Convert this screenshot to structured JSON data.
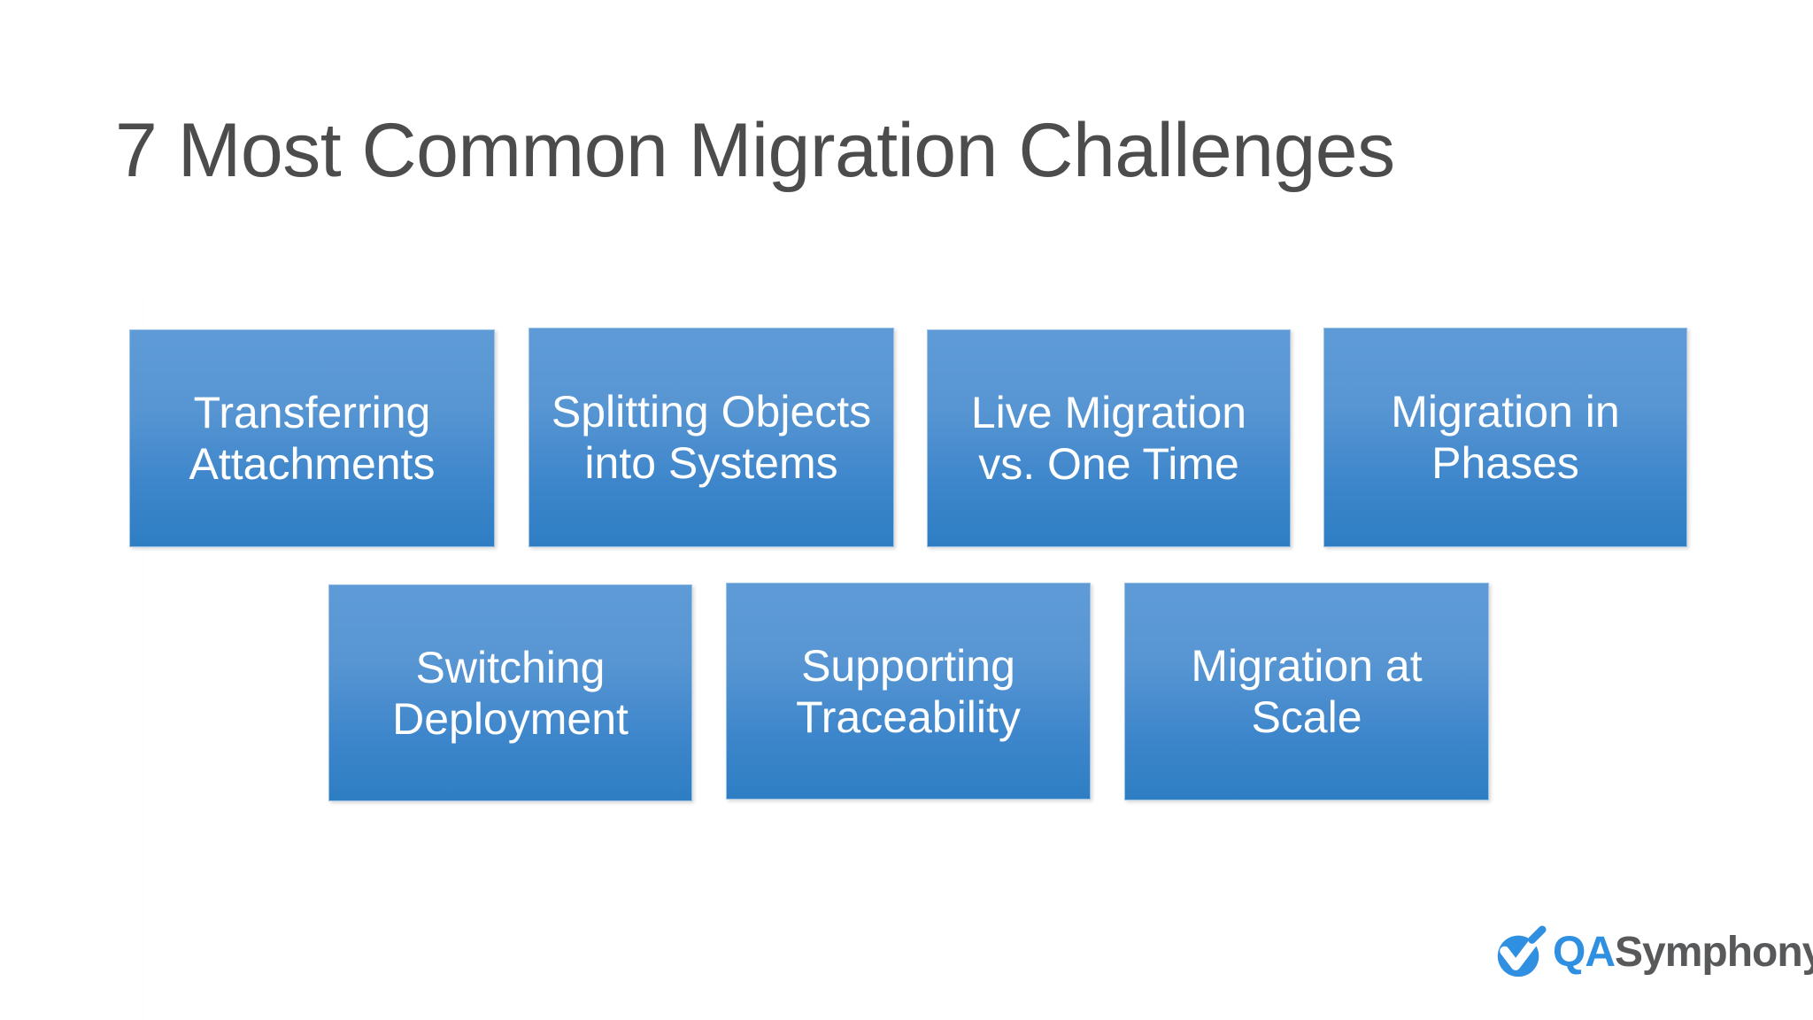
{
  "slide": {
    "title": "7 Most Common Migration Challenges",
    "background_color": "#FFFFFF",
    "title_color": "#4C4C4C"
  },
  "theme": {
    "box_fill_top": "#5E9BD6",
    "box_fill_bottom": "#2E7EC4",
    "box_border": "#9CC3E5",
    "box_text_color": "#FFFFFF"
  },
  "challenges": {
    "row1": [
      {
        "id": 1,
        "label": "Transferring Attachments"
      },
      {
        "id": 2,
        "label": "Splitting Objects into Systems"
      },
      {
        "id": 3,
        "label": "Live Migration vs. One Time"
      },
      {
        "id": 4,
        "label": "Migration in Phases"
      }
    ],
    "row2": [
      {
        "id": 5,
        "label": "Switching Deployment"
      },
      {
        "id": 6,
        "label": "Supporting Traceability"
      },
      {
        "id": 7,
        "label": "Migration at Scale"
      }
    ]
  },
  "logo": {
    "mark_icon": "qasymphony-check-baton-icon",
    "text_primary": "QA",
    "text_secondary": "Symphony",
    "primary_color": "#2F8FE0",
    "secondary_color": "#58595B"
  }
}
